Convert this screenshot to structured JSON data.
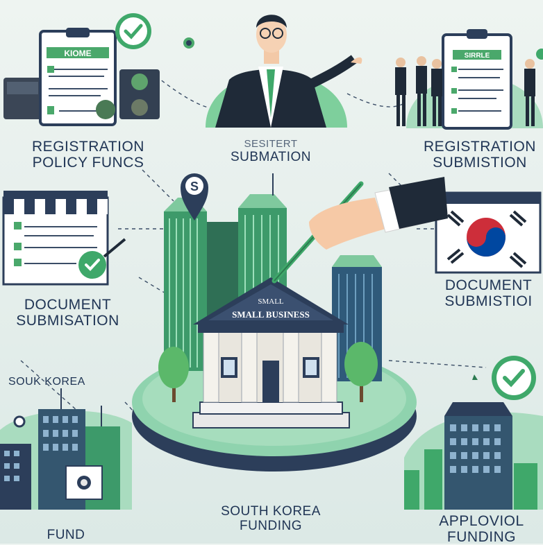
{
  "labels": {
    "top_left": {
      "line1": "REGISTRATION",
      "line2": "POLICY FUNCS"
    },
    "top_center": {
      "line1": "SESITERT",
      "line2": "SUBMATION"
    },
    "top_right": {
      "line1": "REGISTRATION",
      "line2": "SUBMISTION"
    },
    "mid_left": {
      "line1": "DOCUMENT",
      "line2": "SUBMISATION"
    },
    "mid_right": {
      "line1": "DOCUMENT",
      "line2": "SUBMISTIOI"
    },
    "left_region": "SOUK KOREA",
    "bottom_left": "FUND",
    "bottom_center": {
      "line1": "SOUTH KOREA",
      "line2": "FUNDING"
    },
    "bottom_right": {
      "line1": "APPLOVIOL",
      "line2": "FUNDING"
    }
  },
  "card_texts": {
    "top_left_card_header": "KIOME",
    "top_right_card_header": "SIRRLE",
    "building_sign_top": "SMALL",
    "building_sign": "SMALL BUSINESS",
    "pin_letter": "S"
  },
  "colors": {
    "navy": "#1f3454",
    "green": "#3fa86a",
    "mint": "#a9dcbf",
    "platform": "#2c3e5a"
  }
}
